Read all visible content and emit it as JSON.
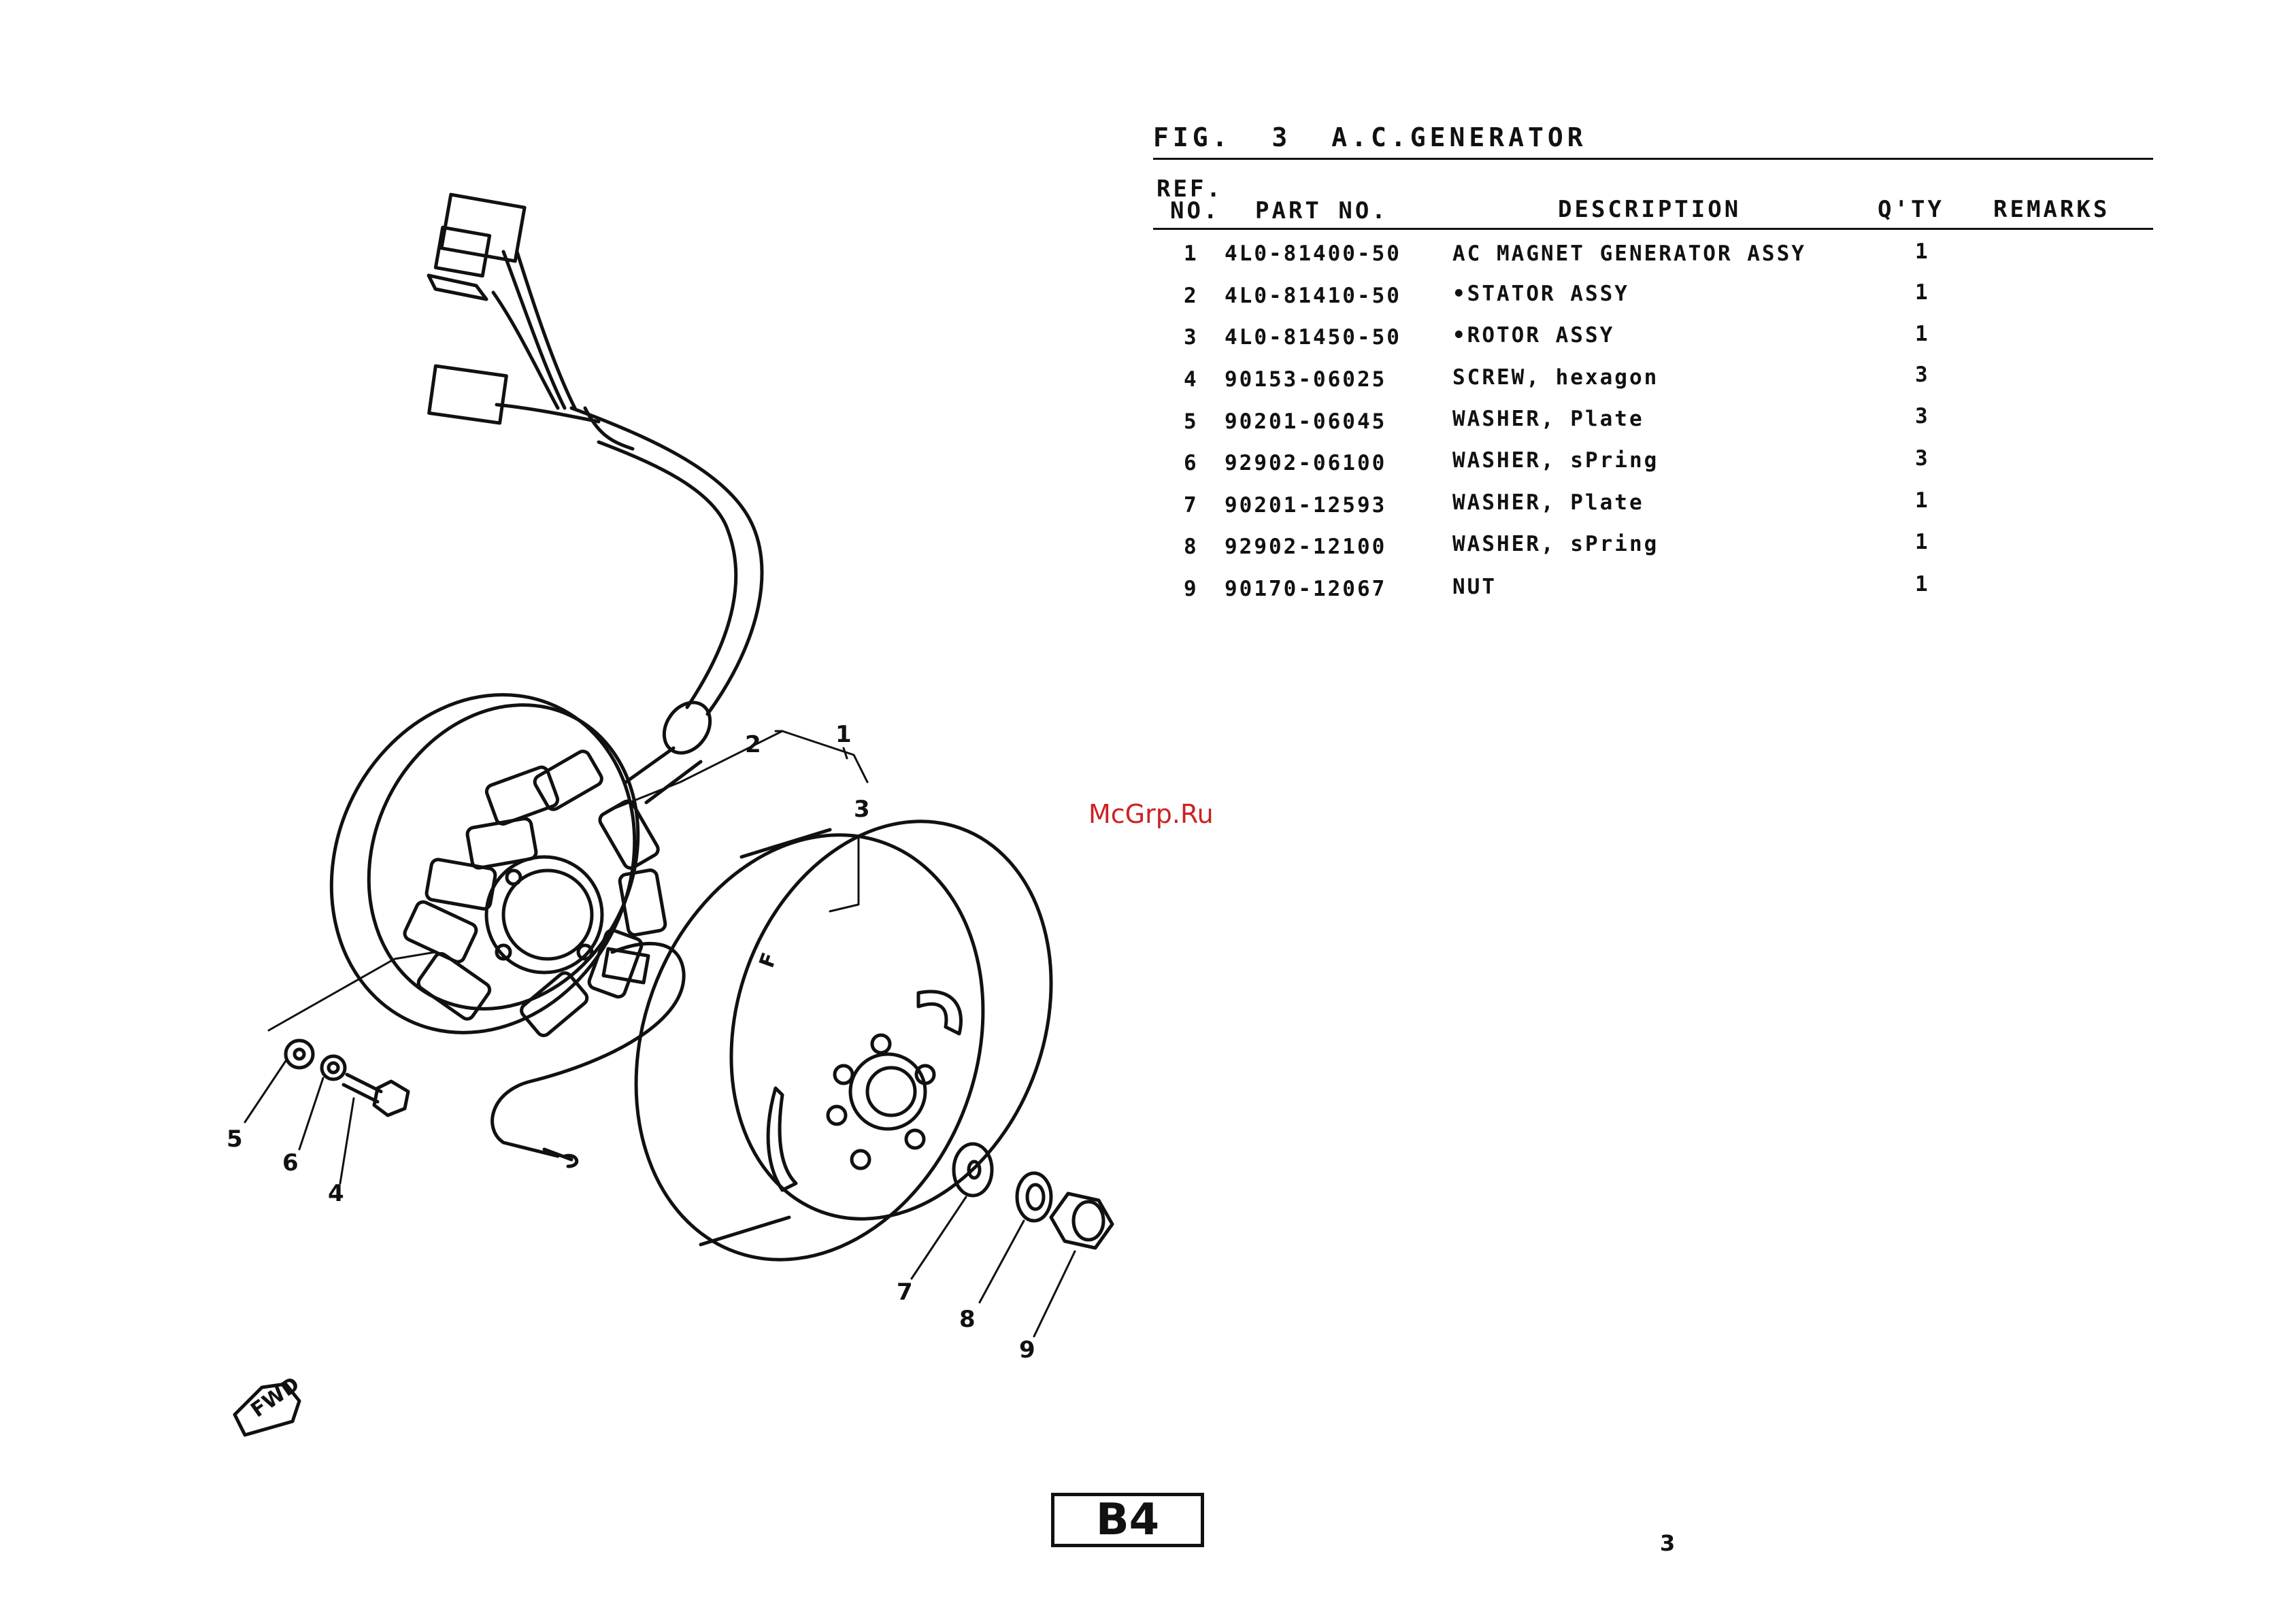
{
  "figure": {
    "label": "FIG.",
    "number": "3",
    "title": "A.C.GENERATOR"
  },
  "table": {
    "headers": {
      "ref_line1": "REF.",
      "ref_line2": "NO.",
      "part_no": "PART NO.",
      "description": "DESCRIPTION",
      "qty": "Q'TY",
      "remarks": "REMARKS"
    },
    "rows": [
      {
        "ref": "1",
        "part": "4L0-81400-50",
        "desc": "AC MAGNET GENERATOR ASSY",
        "qty": "1"
      },
      {
        "ref": "2",
        "part": "4L0-81410-50",
        "desc": "•STATOR ASSY",
        "qty": "1"
      },
      {
        "ref": "3",
        "part": "4L0-81450-50",
        "desc": "•ROTOR ASSY",
        "qty": "1"
      },
      {
        "ref": "4",
        "part": "90153-06025",
        "desc": "SCREW, hexagon",
        "qty": "3"
      },
      {
        "ref": "5",
        "part": "90201-06045",
        "desc": "WASHER, Plate",
        "qty": "3"
      },
      {
        "ref": "6",
        "part": "92902-06100",
        "desc": "WASHER, sPring",
        "qty": "3"
      },
      {
        "ref": "7",
        "part": "90201-12593",
        "desc": "WASHER, Plate",
        "qty": "1"
      },
      {
        "ref": "8",
        "part": "92902-12100",
        "desc": "WASHER, sPring",
        "qty": "1"
      },
      {
        "ref": "9",
        "part": "90170-12067",
        "desc": "NUT",
        "qty": "1"
      }
    ]
  },
  "callouts": [
    "1",
    "2",
    "3",
    "4",
    "5",
    "6",
    "7",
    "8",
    "9"
  ],
  "diagram_text": {
    "rotor_mark": "F",
    "fwd_arrow": "FWD"
  },
  "watermark": "McGrp.Ru",
  "page_code": "B4",
  "page_number": "3"
}
